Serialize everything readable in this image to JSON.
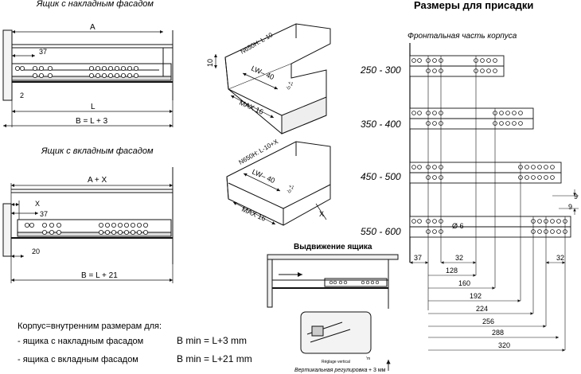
{
  "titles": {
    "overlay": "Ящик с накладным фасадом",
    "inset": "Ящик с вкладным фасадом",
    "drilling": "Размеры для присадки",
    "front": "Фронтальная часть корпуса",
    "extension": "Выдвижение ящика"
  },
  "overlay_dims": {
    "a": "A",
    "d37": "37",
    "d2": "2",
    "l": "L",
    "b": "B = L + 3"
  },
  "inset_dims": {
    "ax": "A + X",
    "x": "X",
    "d37": "37",
    "d20": "20",
    "b": "B = L + 21"
  },
  "box1": {
    "height": "N650H: L-10",
    "lw": "LW– 40",
    "tol": "+1\n-0",
    "max": "MAX 16",
    "ten": "10"
  },
  "box2": {
    "height": "N650H: L-10+X",
    "lw": "LW– 40",
    "tol": "+1\n-0",
    "max": "MAX 16",
    "x": "X"
  },
  "ranges": [
    "250 - 300",
    "350 - 400",
    "450 - 500",
    "550 - 600"
  ],
  "drill_dims": {
    "d37": "37",
    "d32a": "32",
    "d32b": "32",
    "d9a": "9",
    "d9b": "9",
    "phi": "Ø 6",
    "holes": [
      "128",
      "160",
      "192",
      "224",
      "256",
      "288",
      "320"
    ]
  },
  "notes": {
    "heading": "Корпус=внутренним размерам для:",
    "line1_label": "- ящика с накладным фасадом",
    "line1_value": "B min = L+3 mm",
    "line2_label": "- ящика с вкладным фасадом",
    "line2_value": "B min = L+21 mm"
  },
  "adjust": {
    "fr": "Réglage vertical",
    "ru": "Вертикальная регулировка",
    "mm": "+ 3 мм",
    "unit": "'m"
  }
}
